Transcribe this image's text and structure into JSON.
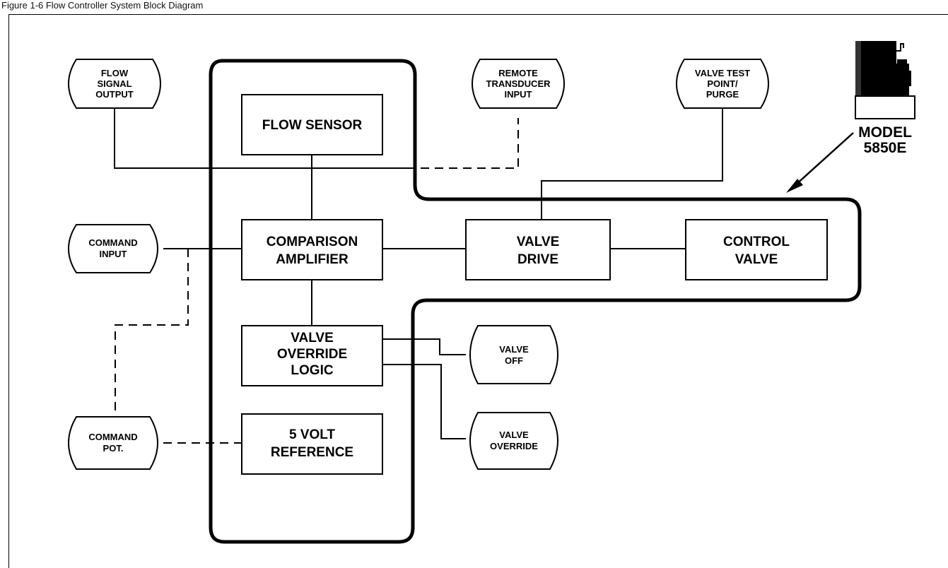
{
  "caption": "Figure 1-6 Flow Controller System Block Diagram",
  "blocks": {
    "flow_sensor": [
      "FLOW SENSOR"
    ],
    "comparison_amplifier": [
      "COMPARISON",
      "AMPLIFIER"
    ],
    "valve_override_logic": [
      "VALVE",
      "OVERRIDE",
      "LOGIC"
    ],
    "five_volt_reference": [
      "5 VOLT",
      "REFERENCE"
    ],
    "valve_drive": [
      "VALVE",
      "DRIVE"
    ],
    "control_valve": [
      "CONTROL",
      "VALVE"
    ]
  },
  "connectors": {
    "flow_signal_output": [
      "FLOW",
      "SIGNAL",
      "OUTPUT"
    ],
    "remote_transducer_input": [
      "REMOTE",
      "TRANSDUCER",
      "INPUT"
    ],
    "valve_test_point": [
      "VALVE TEST",
      "POINT/",
      "PURGE"
    ],
    "command_input": [
      "COMMAND",
      "INPUT"
    ],
    "command_pot": [
      "COMMAND",
      "POT."
    ],
    "valve_off": [
      "VALVE",
      "OFF"
    ],
    "valve_override": [
      "VALVE",
      "OVERRIDE"
    ]
  },
  "model": {
    "line1": "MODEL",
    "line2": "5850E"
  }
}
